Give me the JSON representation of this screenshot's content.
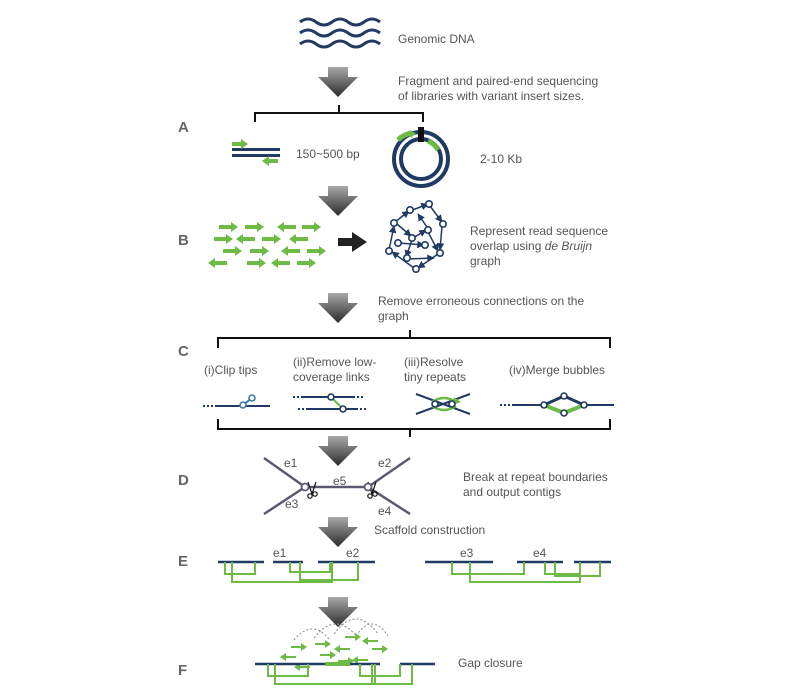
{
  "steps": {
    "a": "A",
    "b": "B",
    "c": "C",
    "d": "D",
    "e": "E",
    "f": "F"
  },
  "genomic_dna": "Genomic DNA",
  "fragment_line1": "Fragment and paired-end sequencing",
  "fragment_line2": "of libraries with variant insert sizes.",
  "short_insert": "150~500 bp",
  "long_insert": "2-10 Kb",
  "debruijn_line1": "Represent read sequence",
  "debruijn_line2_pre": "overlap using ",
  "debruijn_line2_em": "de Bruijn",
  "debruijn_line3": "graph",
  "remove_line1": "Remove erroneous connections on the",
  "remove_line2": "graph",
  "clip_tips": "(i)Clip tips",
  "remove_low_1": "(ii)Remove low-",
  "remove_low_2": "coverage links",
  "resolve_1": "(iii)Resolve",
  "resolve_2": "tiny repeats",
  "merge": "(iv)Merge bubbles",
  "edges": {
    "e1": "e1",
    "e2": "e2",
    "e3": "e3",
    "e4": "e4",
    "e5": "e5"
  },
  "break_line1": "Break at repeat boundaries",
  "break_line2": "and output contigs",
  "scaffold": "Scaffold construction",
  "gap_closure": "Gap closure",
  "colors": {
    "navy": "#1f3a63",
    "green": "#6dbb45",
    "gray": "#5a5a6e",
    "text": "#555555"
  }
}
